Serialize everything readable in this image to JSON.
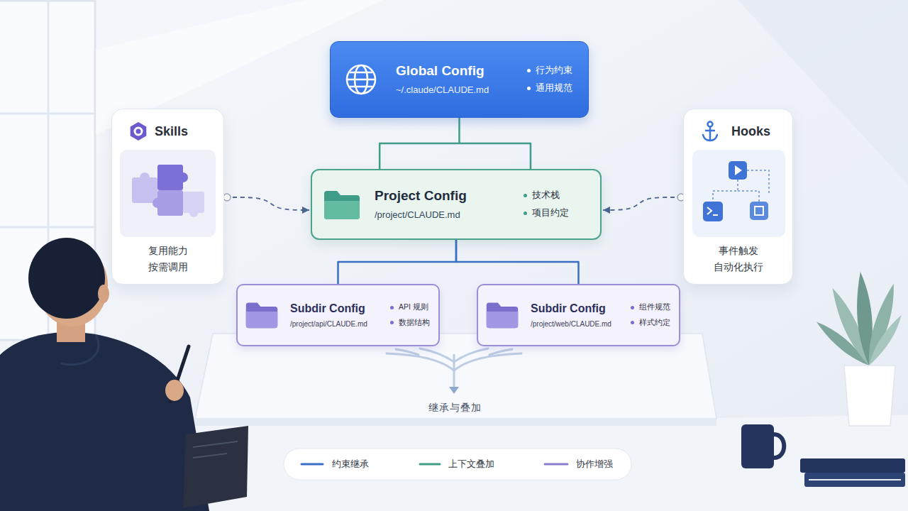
{
  "diagram": {
    "nodes": [
      {
        "text": [
          "Global Config",
          "~/.claude/CLAUDE.md",
          "行为约束",
          "通用规范"
        ]
      },
      {
        "text": [
          "Skills",
          "复用能力 按需调用"
        ]
      },
      {
        "text": [
          "Project Config",
          "/project/CLAUDE.md",
          "技术栈",
          "项目约定"
        ]
      },
      {
        "text": [
          "Hooks",
          "事件触发 自动化执行"
        ]
      },
      {
        "text": [
          "Subdir Config",
          "/project/api/CLAUDE.md",
          "API 规则",
          "数据结构"
        ]
      },
      {
        "text": [
          "Subdir Config",
          "/project/web/CLAUDE.md",
          "组件规范",
          "样式约定"
        ]
      }
    ],
    "edges": [
      {
        "from": 0,
        "to": 2,
        "arrow": "none"
      },
      {
        "from": 1,
        "to": 2,
        "arrow": "to"
      },
      {
        "from": 3,
        "to": 2,
        "arrow": "to"
      },
      {
        "from": 2,
        "to": 4,
        "arrow": "none"
      },
      {
        "from": 2,
        "to": 5,
        "arrow": "none"
      }
    ],
    "labels": [
      "继承与叠加"
    ],
    "legend": [
      {
        "text": "约束继承"
      },
      {
        "text": "上下文叠加"
      },
      {
        "text": "协作增强"
      }
    ]
  }
}
